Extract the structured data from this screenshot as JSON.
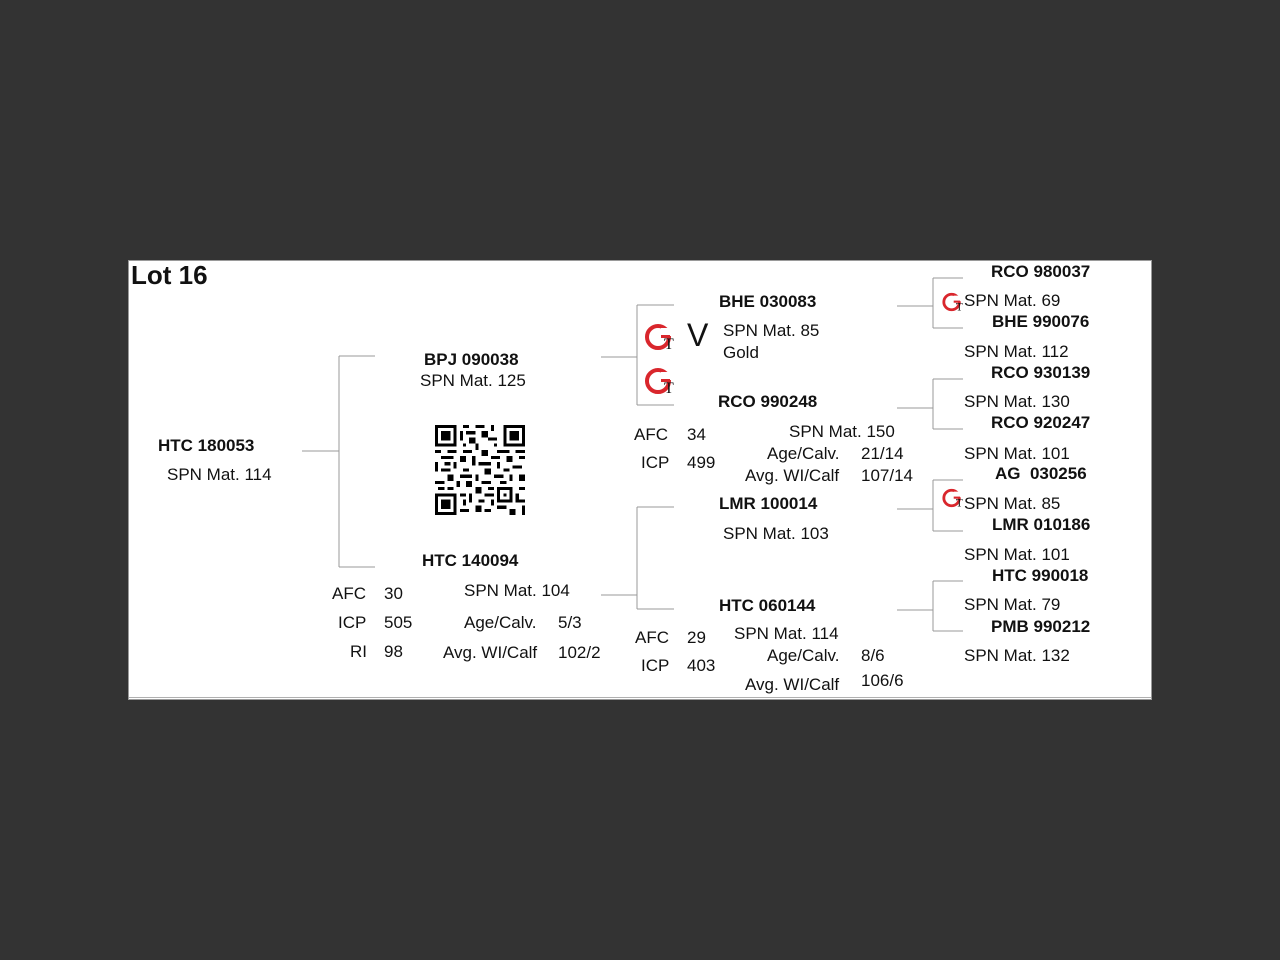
{
  "lot": "Lot 16",
  "animal": {
    "id": "HTC 180053",
    "spn": "SPN Mat. 114"
  },
  "sire": {
    "id": "BPJ 090038",
    "spn": "SPN Mat. 125"
  },
  "dam": {
    "id": "HTC 140094",
    "spn": "SPN Mat. 104",
    "afc_label": "AFC",
    "afc": "30",
    "icp_label": "ICP",
    "icp": "505",
    "ri_label": "RI",
    "ri": "98",
    "age_label": "Age/Calv.",
    "age": "5/3",
    "avg_label": "Avg. WI/Calf",
    "avg": "102/2"
  },
  "ss": {
    "id": "BHE 030083",
    "spn": "SPN Mat. 85",
    "gold": "Gold",
    "mark": "V"
  },
  "sd": {
    "id": "RCO 990248",
    "spn": "SPN Mat. 150",
    "afc_label": "AFC",
    "afc": "34",
    "icp_label": "ICP",
    "icp": "499",
    "age_label": "Age/Calv.",
    "age": "21/14",
    "avg_label": "Avg. WI/Calf",
    "avg": "107/14"
  },
  "ds": {
    "id": "LMR 100014",
    "spn": "SPN Mat. 103"
  },
  "dd": {
    "id": "HTC 060144",
    "spn": "SPN Mat. 114",
    "afc_label": "AFC",
    "afc": "29",
    "icp_label": "ICP",
    "icp": "403",
    "age_label": "Age/Calv.",
    "age": "8/6",
    "avg_label": "Avg. WI/Calf",
    "avg": "106/6"
  },
  "g3": [
    {
      "id": "RCO 980037",
      "spn": "SPN Mat. 69"
    },
    {
      "id": "BHE 990076",
      "spn": "SPN Mat. 112"
    },
    {
      "id": "RCO 930139",
      "spn": "SPN Mat. 130"
    },
    {
      "id": "RCO 920247",
      "spn": "SPN Mat. 101"
    },
    {
      "id": "AG  030256",
      "spn": "SPN Mat. 85"
    },
    {
      "id": "LMR 010186",
      "spn": "SPN Mat. 101"
    },
    {
      "id": "HTC 990018",
      "spn": "SPN Mat. 79"
    },
    {
      "id": "PMB 990212",
      "spn": "SPN Mat. 132"
    }
  ],
  "colors": {
    "background": "#333333",
    "logo_red": "#d9262c",
    "line": "#999999"
  }
}
